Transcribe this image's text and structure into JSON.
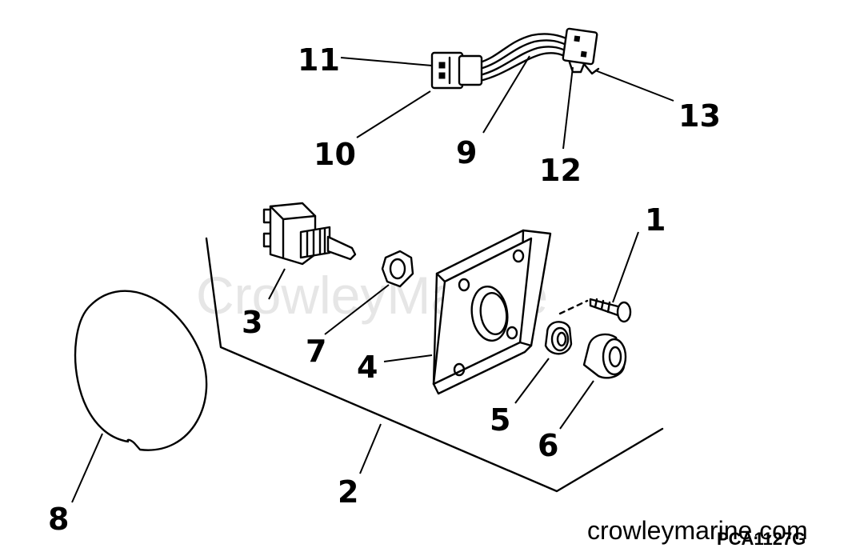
{
  "diagram": {
    "watermark_text": "CrowleyMarine",
    "site_text": "crowleymarine.com",
    "part_code": "PCA1127G",
    "callouts": [
      {
        "id": "1",
        "label": "1"
      },
      {
        "id": "2",
        "label": "2"
      },
      {
        "id": "3",
        "label": "3"
      },
      {
        "id": "4",
        "label": "4"
      },
      {
        "id": "5",
        "label": "5"
      },
      {
        "id": "6",
        "label": "6"
      },
      {
        "id": "7",
        "label": "7"
      },
      {
        "id": "8",
        "label": "8"
      },
      {
        "id": "9",
        "label": "9"
      },
      {
        "id": "10",
        "label": "10"
      },
      {
        "id": "11",
        "label": "11"
      },
      {
        "id": "12",
        "label": "12"
      },
      {
        "id": "13",
        "label": "13"
      }
    ]
  }
}
